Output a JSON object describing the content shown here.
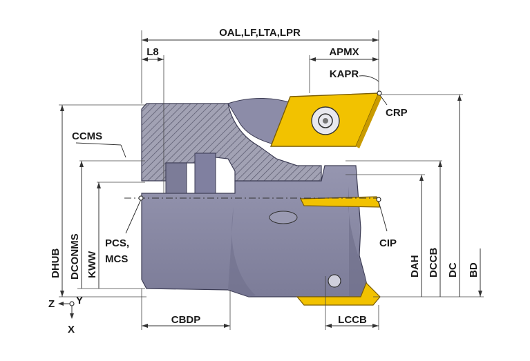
{
  "labels": {
    "oal": "OAL,LF,LTA,LPR",
    "l8": "L8",
    "apmx": "APMX",
    "kapr": "KAPR",
    "crp": "CRP",
    "ccms": "CCMS",
    "pcs_line1": "PCS,",
    "pcs_line2": "MCS",
    "cip": "CIP",
    "cbdp": "CBDP",
    "lccb": "LCCB",
    "dhub": "DHUB",
    "dconms": "DCONMS",
    "kww": "KWW",
    "dah": "DAH",
    "dccb": "DCCB",
    "dc": "DC",
    "bd": "BD"
  },
  "axes": {
    "z": "Z",
    "y": "Y",
    "x": "X"
  },
  "colors": {
    "body": "#8c8ca8",
    "body_dark": "#6e6e8a",
    "hatch_fill": "#9a9aaa",
    "insert": "#f2c200",
    "insert_dark": "#c99b00",
    "line": "#333333"
  }
}
